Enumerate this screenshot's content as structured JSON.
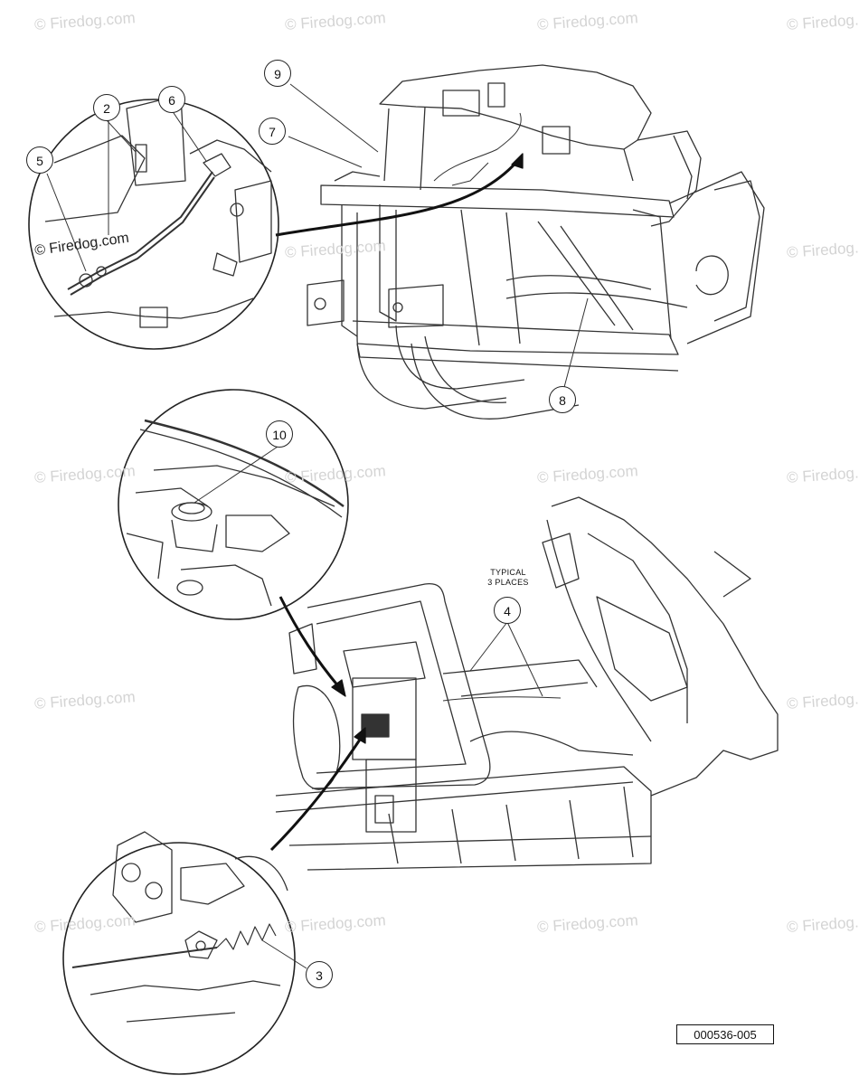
{
  "watermark": "© Firedog.com",
  "inset_watermark": "© Firedog.com",
  "callouts": {
    "c2": "2",
    "c3": "3",
    "c4": "4",
    "c5": "5",
    "c6": "6",
    "c7": "7",
    "c8": "8",
    "c9": "9",
    "c10": "10"
  },
  "note": {
    "line1": "TYPICAL",
    "line2": "3 PLACES"
  },
  "figure_number": "000536-005"
}
